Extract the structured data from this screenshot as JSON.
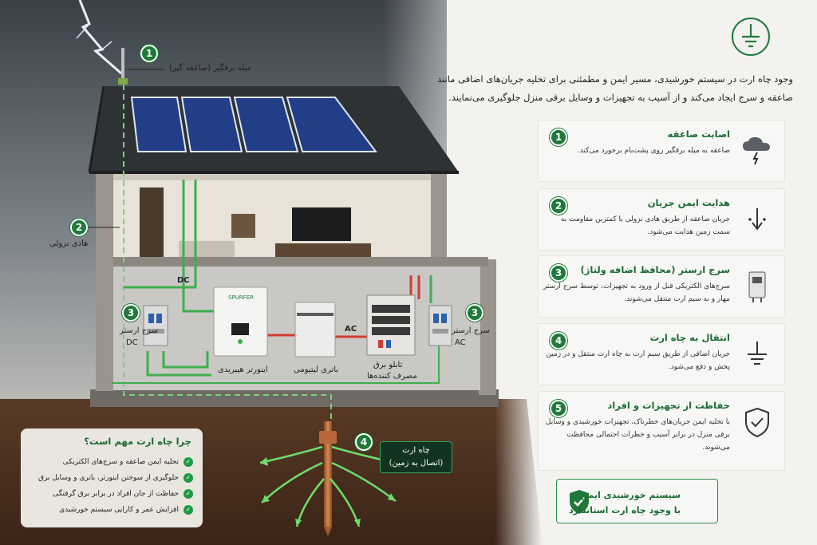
{
  "intro": {
    "line1": "وجود چاه ارت در سیستم خورشیدی، مسیر ایمن و مطمئنی برای تخلیه جریان‌های اضافی مانند",
    "line2": "صاعقه و سرج ایجاد می‌کند و از آسیب به تجهیزات و وسایل برقی منزل جلوگیری می‌نمایند."
  },
  "diagram_labels": {
    "rod_top": "میله برقگیر (صاعقه گیر)",
    "down_conductor": "هادی نزولی",
    "dc_arrester_1": "سرج ارستر",
    "dc_arrester_2": "DC",
    "ac_arrester_1": "سرج ارستر",
    "ac_arrester_2": "AC",
    "inverter": "اینورتر هیبریدی",
    "battery": "باتری لیتیومی",
    "panel_1": "تابلو برق",
    "panel_2": "مصرف کننده‌ها",
    "dc_tag": "DC",
    "ac_tag": "AC",
    "inverter_brand": "SPURFER",
    "earth_1": "چاه ارت",
    "earth_2": "(اتصال به زمین)"
  },
  "badges": {
    "b1": "1",
    "b2": "2",
    "b3": "3",
    "b4": "4",
    "b5": "5"
  },
  "cards": [
    {
      "num": "1",
      "title": "اصابت صاعقه",
      "desc": "صاعقه به میله برقگیر روی پشت‌بام برخورد می‌کند.",
      "icon": "cloud-lightning-icon"
    },
    {
      "num": "2",
      "title": "هدایت ایمن جریان",
      "desc": "جریان صاعقه از طریق هادی نزولی با کمترین مقاومت به سمت زمین هدایت می‌شود.",
      "icon": "current-down-icon"
    },
    {
      "num": "3",
      "title": "سرج ارستر (محافظ اضافه ولتاژ)",
      "desc": "سرج‌های الکتریکی قبل از ورود به تجهیزات، توسط سرج ارستر مهار و به سیم ارت منتقل می‌شوند.",
      "icon": "surge-arrester-icon"
    },
    {
      "num": "4",
      "title": "انتقال به چاه ارت",
      "desc": "جریان اضافی از طریق سیم ارت به چاه ارت منتقل و در زمین پخش و دفع می‌شود.",
      "icon": "ground-symbol-icon"
    },
    {
      "num": "5",
      "title": "حفاظت از تجهیزات و افراد",
      "desc": "با تخلیه ایمن جریان‌های خطرناک، تجهیزات خورشیدی و وسایل برقی منزل در برابر آسیب و خطرات احتمالی محافظت می‌شوند.",
      "icon": "shield-check-icon"
    }
  ],
  "why": {
    "title": "چرا چاه ارت مهم است؟",
    "items": [
      "تخلیه ایمن صاعقه و سرج‌های الکتریکی",
      "جلوگیری از سوختن اینورتر، باتری و وسایل برق",
      "حفاظت از جان افراد در برابر برق گرفتگی",
      "افزایش عمر و کارایی سیستم خورشیدی"
    ]
  },
  "safe": {
    "line1": "سیستم خورشیدی ایمن",
    "line2": "با وجود چاه ارت استاندارد"
  },
  "colors": {
    "accent": "#1f7a3a",
    "card_bg": "#f7f7f5",
    "wire_green": "#3fae4f",
    "wire_red": "#d23b32",
    "copper": "#b8683a"
  }
}
